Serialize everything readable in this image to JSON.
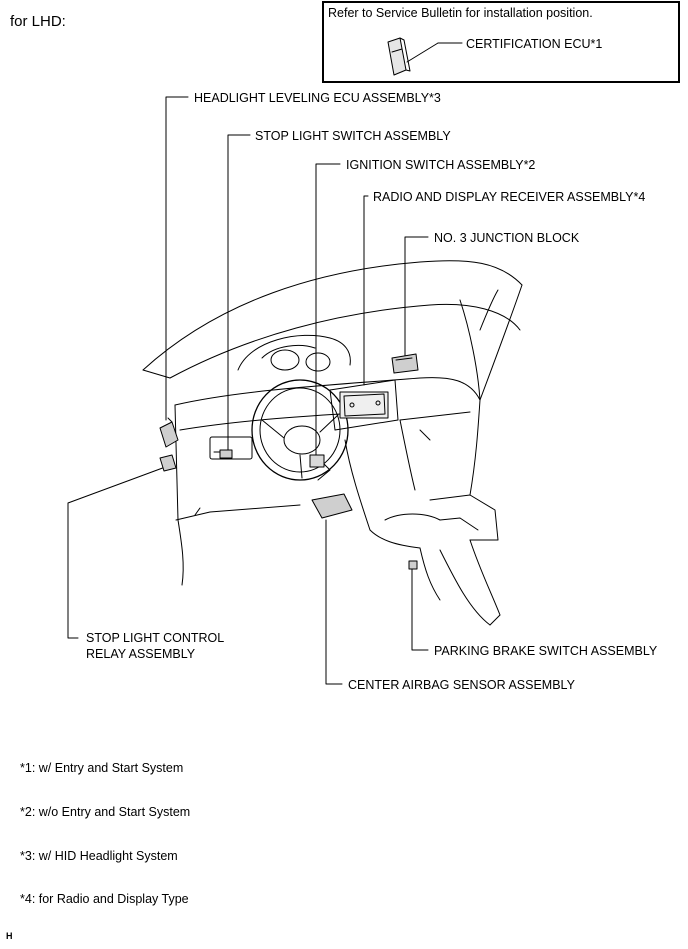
{
  "header": {
    "variant": "for LHD:"
  },
  "inset": {
    "note": "Refer to Service Bulletin for installation position.",
    "label": "CERTIFICATION ECU*1"
  },
  "labels": {
    "headlight_leveling": "HEADLIGHT LEVELING ECU ASSEMBLY*3",
    "stop_light_switch": "STOP LIGHT SWITCH ASSEMBLY",
    "ignition_switch": "IGNITION SWITCH ASSEMBLY*2",
    "radio_display": "RADIO AND DISPLAY RECEIVER ASSEMBLY*4",
    "junction_block": "NO. 3 JUNCTION BLOCK",
    "stop_light_relay_1": "STOP LIGHT CONTROL",
    "stop_light_relay_2": "RELAY ASSEMBLY",
    "parking_brake": "PARKING BRAKE SWITCH ASSEMBLY",
    "center_airbag": "CENTER AIRBAG SENSOR ASSEMBLY"
  },
  "notes": [
    "*1: w/ Entry and Start System",
    "*2: w/o Entry and Start System",
    "*3: w/ HID Headlight System",
    "*4: for Radio and Display Type"
  ],
  "footer": {
    "marker": "H"
  }
}
